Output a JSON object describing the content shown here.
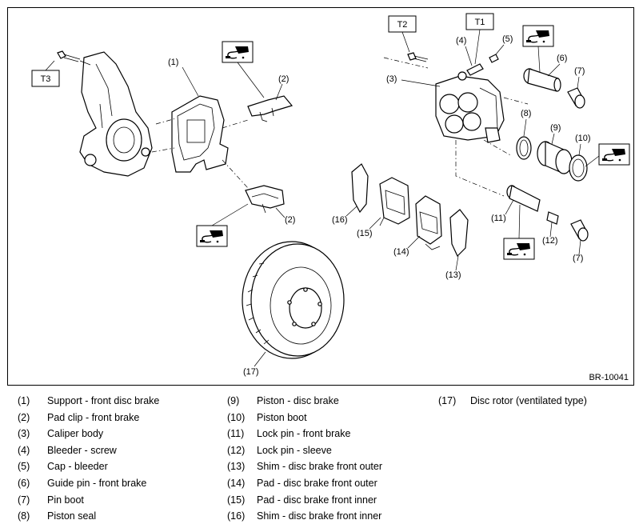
{
  "figure": {
    "code": "BR-10041",
    "callouts": {
      "c1": "(1)",
      "c2a": "(2)",
      "c2b": "(2)",
      "c3": "(3)",
      "c4": "(4)",
      "c5": "(5)",
      "c6": "(6)",
      "c7a": "(7)",
      "c7b": "(7)",
      "c8": "(8)",
      "c9": "(9)",
      "c10": "(10)",
      "c11": "(11)",
      "c12": "(12)",
      "c13": "(13)",
      "c14": "(14)",
      "c15": "(15)",
      "c16": "(16)",
      "c17": "(17)"
    },
    "torque_boxes": {
      "t1": "T1",
      "t2": "T2",
      "t3": "T3"
    },
    "icons": [
      "grease-application-icon",
      "grease-application-icon",
      "grease-application-icon",
      "grease-application-icon",
      "grease-application-icon"
    ]
  },
  "legend": {
    "columns": [
      [
        {
          "num": "(1)",
          "text": "Support - front disc brake"
        },
        {
          "num": "(2)",
          "text": "Pad clip - front brake"
        },
        {
          "num": "(3)",
          "text": "Caliper body"
        },
        {
          "num": "(4)",
          "text": "Bleeder - screw"
        },
        {
          "num": "(5)",
          "text": "Cap - bleeder"
        },
        {
          "num": "(6)",
          "text": "Guide pin - front brake"
        },
        {
          "num": "(7)",
          "text": "Pin boot"
        },
        {
          "num": "(8)",
          "text": "Piston seal"
        }
      ],
      [
        {
          "num": "(9)",
          "text": "Piston - disc brake"
        },
        {
          "num": "(10)",
          "text": "Piston boot"
        },
        {
          "num": "(11)",
          "text": "Lock pin - front brake"
        },
        {
          "num": "(12)",
          "text": "Lock pin - sleeve"
        },
        {
          "num": "(13)",
          "text": "Shim - disc brake front outer"
        },
        {
          "num": "(14)",
          "text": "Pad - disc brake front outer"
        },
        {
          "num": "(15)",
          "text": "Pad - disc brake front inner"
        },
        {
          "num": "(16)",
          "text": "Shim - disc brake front inner"
        }
      ],
      [
        {
          "num": "(17)",
          "text": "Disc rotor (ventilated type)"
        }
      ]
    ]
  }
}
